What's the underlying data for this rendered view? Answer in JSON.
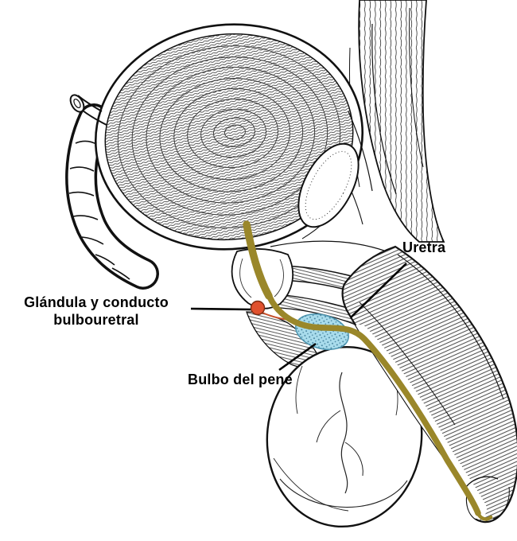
{
  "figure": {
    "description": "Engraving-style sagittal section of the male pelvis with highlighted structures",
    "background": "#ffffff"
  },
  "labels": {
    "gland_line1": "Glándula y conducto",
    "gland_line2": "bulbouretral",
    "urethra": "Uretra",
    "bulb": "Bulbo del pene"
  },
  "colors": {
    "urethra_highlight": "#9a872a",
    "gland_highlight": "#e0512e",
    "gland_duct": "#c8502c",
    "bulb_highlight": "#a9dcec",
    "bulb_dots": "#44819c",
    "ink": "#111111"
  }
}
